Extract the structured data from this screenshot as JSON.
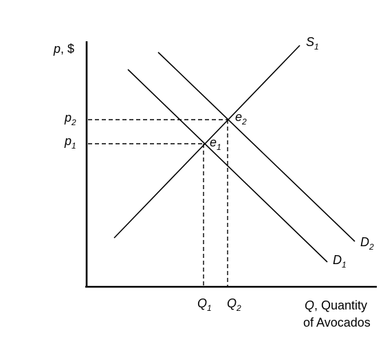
{
  "axes": {
    "y_label": {
      "var": "p",
      "rest": ", $"
    },
    "x_label": {
      "var": "Q",
      "line1_rest": ", Quantity",
      "line2": "of Avocados"
    }
  },
  "curves": {
    "supply": {
      "letter": "S",
      "sub": "1"
    },
    "demand_1": {
      "letter": "D",
      "sub": "1"
    },
    "demand_2": {
      "letter": "D",
      "sub": "2"
    }
  },
  "points": {
    "e1": {
      "letter": "e",
      "sub": "1"
    },
    "e2": {
      "letter": "e",
      "sub": "2"
    }
  },
  "price_ticks": {
    "p1": {
      "letter": "p",
      "sub": "1"
    },
    "p2": {
      "letter": "p",
      "sub": "2"
    }
  },
  "quantity_ticks": {
    "q1": {
      "letter": "Q",
      "sub": "1"
    },
    "q2": {
      "letter": "Q",
      "sub": "2"
    }
  }
}
